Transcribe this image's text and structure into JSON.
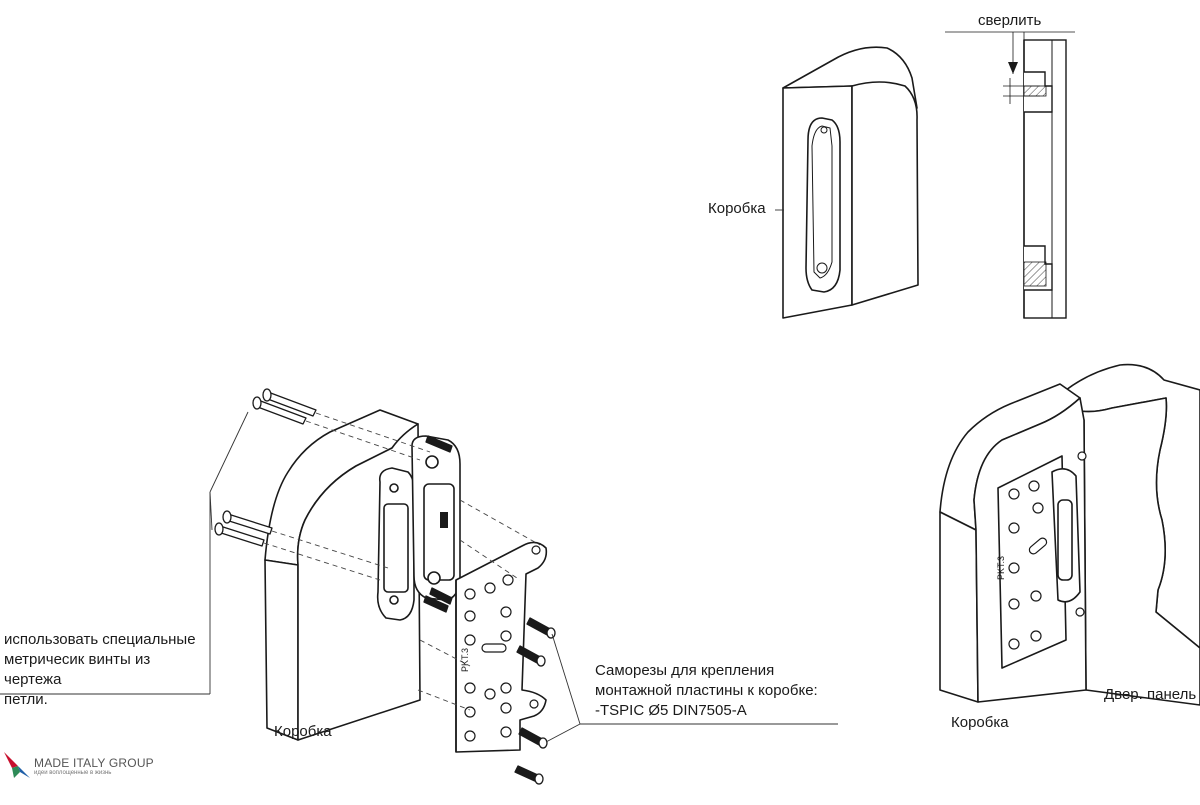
{
  "labels": {
    "drill": "сверлить",
    "box_top": "Коробка",
    "box_bottom_left": "Коробка",
    "box_bottom_right": "Коробка",
    "door_panel": "Двер. панель",
    "metric_screws": [
      "использовать специальные",
      "метричесик винты из чертежа",
      "петли."
    ],
    "self_tapping": [
      "Саморезы для крепления",
      "монтажной пластины к коробке:",
      "-TSPIC Ø5 DIN7505-A"
    ]
  },
  "plate_marking": "PKT.3",
  "logo": {
    "name": "MADE ITALY GROUP",
    "tagline": "идеи воплощенные в жизнь"
  },
  "colors": {
    "line": "#1a1a1a",
    "fill": "#ffffff",
    "leader": "#333333",
    "logo_red": "#c8102e",
    "logo_blue": "#1f5fa8",
    "logo_green": "#2e8b57"
  }
}
